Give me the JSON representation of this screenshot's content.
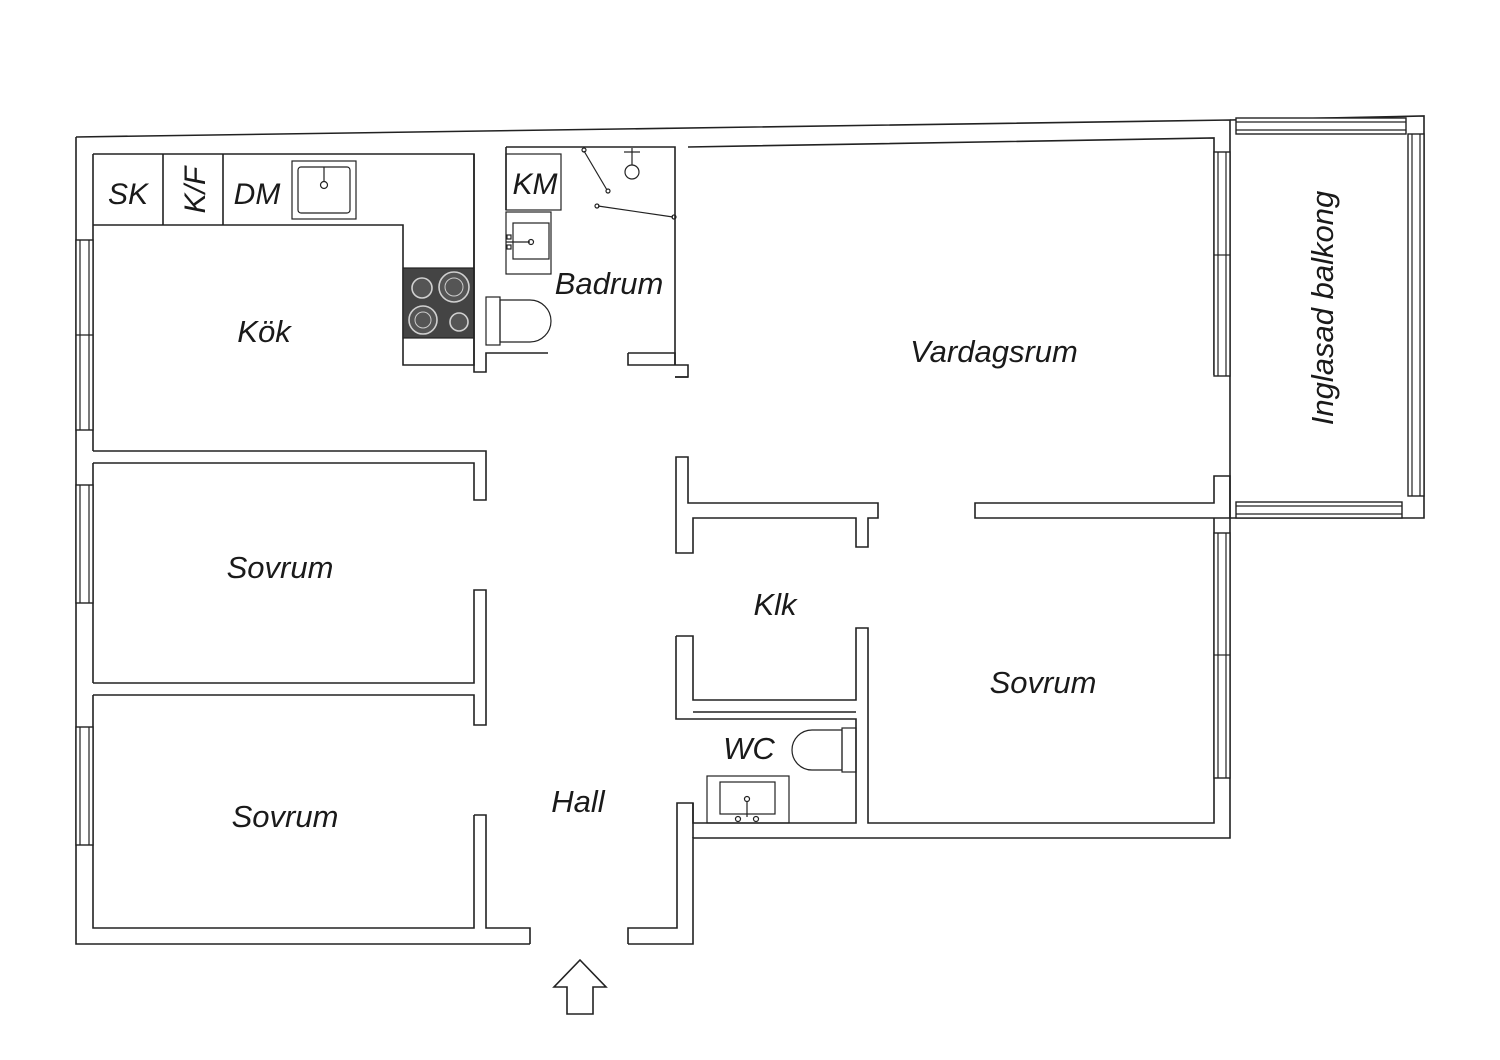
{
  "rooms": {
    "kitchen": "Kök",
    "bathroom": "Badrum",
    "living_room": "Vardagsrum",
    "balcony": "Inglasad balkong",
    "bedroom_1": "Sovrum",
    "bedroom_2": "Sovrum",
    "bedroom_3": "Sovrum",
    "closet": "Klk",
    "hall": "Hall",
    "wc": "WC"
  },
  "fixtures": {
    "freezer": "SK",
    "fridge_freezer": "K/F",
    "dishwasher": "DM",
    "washing_machine": "KM"
  },
  "icons": {
    "entrance": "entrance-arrow-icon",
    "hob": "hob-icon",
    "sink": "sink-icon",
    "toilet": "toilet-icon",
    "shower": "shower-icon"
  },
  "colors": {
    "wall": "#222222",
    "background": "#ffffff",
    "hob": "#444444"
  }
}
